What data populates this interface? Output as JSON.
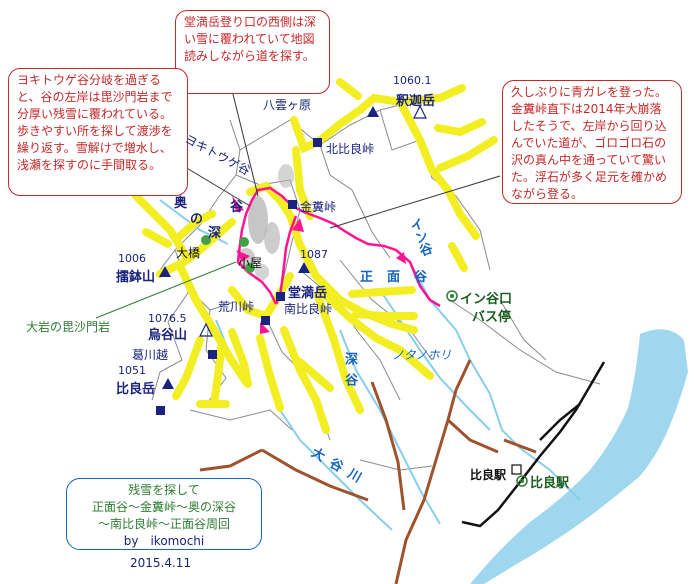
{
  "notes": {
    "top_center": "堂満岳登り口の西側は深い雪に覆われていて地図読みしながら道を探す。",
    "left": "ヨキトウゲ谷分岐を過ぎると、谷の左岸は毘沙門岩まで分厚い残雪に覆われている。歩きやすい所を探して渡渉を繰り返す。雪解けで増水し、浅瀬を探すのに手間取る。",
    "right": "久しぶりに青ガレを登った。金糞峠直下は2014年大崩落したそうで、左岸から回り込んでいた道が、ゴロゴロ石の沢の真ん中を通っていて驚いた。浮石が多く足元を確かめながら登る。"
  },
  "peaks": {
    "shakagatake": {
      "name": "釈迦岳",
      "elevation": "1060.1"
    },
    "suribachiyama": {
      "name": "擂鉢山",
      "elevation": "1006"
    },
    "toragatake": {
      "name": "堂満岳",
      "elevation": "1087"
    },
    "utayama": {
      "name": "烏谷山",
      "elevation": "1076.5"
    },
    "hiragatake": {
      "name": "比良岳",
      "elevation": "1051"
    }
  },
  "passes": {
    "yakumogahara": "八雲ヶ原",
    "kitahira": "北比良峠",
    "kanakuso": "金糞峠",
    "minamihira": "南比良峠",
    "arakawa": "荒川峠",
    "kuzugawa": "葛川越"
  },
  "water": {
    "yokitouge": "ヨキトウゲ谷",
    "okunofukadani_1": "奥",
    "okunofukadani_2": "の",
    "okunofukadani_3": "深",
    "okunofukadani_4": "谷",
    "ootani": "大橋",
    "koya": "小屋",
    "shomendani": "正面谷",
    "indani": "イン谷",
    "fukadani": "深谷",
    "ootanigawa": "大谷川",
    "nokohori": "ノタノホリ"
  },
  "places": {
    "indaniguchi": "イン谷口",
    "bus_stop": "バス停",
    "hira_station_black": "比良駅",
    "hira_station_green": "比良駅",
    "bishamon": "大岩の毘沙門岩"
  },
  "title": {
    "line1": "残雪を探して",
    "line2": "正面谷～金糞峠～奥の深谷",
    "line3": "～南比良峠～正面谷周回",
    "byline": "by　ikomochi"
  },
  "date": "2015.4.11",
  "colors": {
    "route": "#ff1493",
    "ridge": "#f2ee22",
    "road": "#a0522d",
    "stream": "#87ceeb",
    "lake": "#9fd8ee",
    "note_border": "#c62828"
  }
}
